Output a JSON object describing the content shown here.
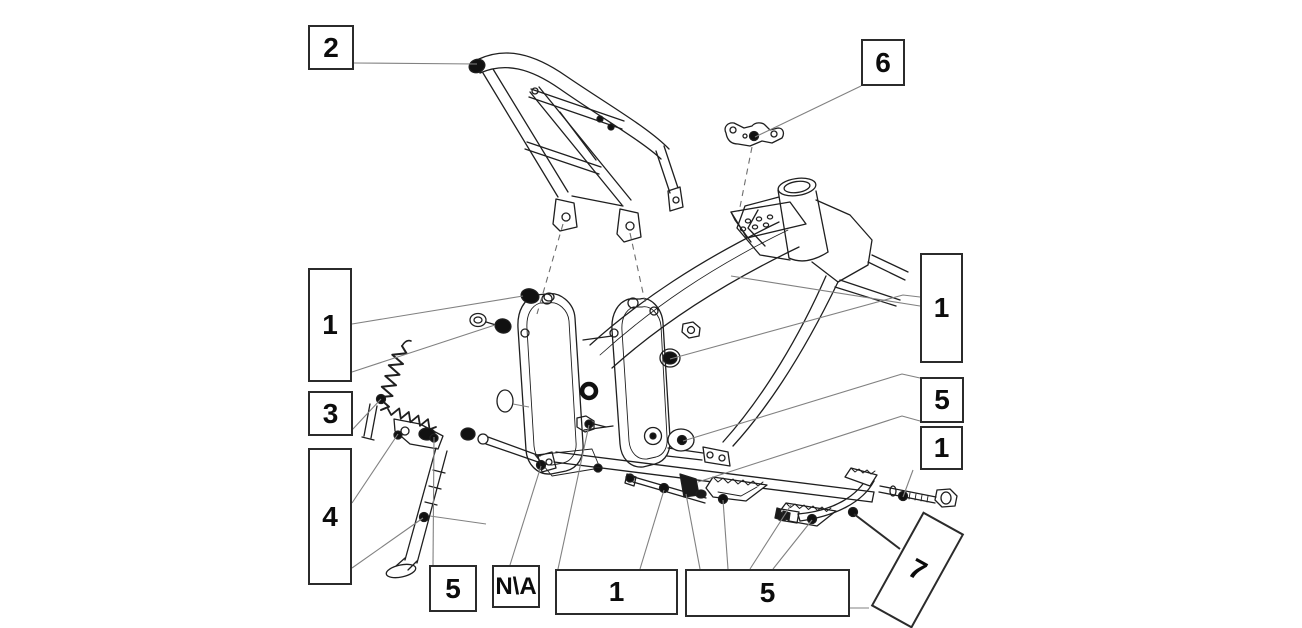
{
  "diagram": {
    "title": "motorcycle frame exploded parts diagram",
    "background_color": "#ffffff",
    "line_color": "#1f1f1f",
    "leader_color": "#818181",
    "callouts": {
      "c2": {
        "label": "2"
      },
      "c6": {
        "label": "6"
      },
      "c1_left": {
        "label": "1"
      },
      "c3": {
        "label": "3"
      },
      "c4": {
        "label": "4"
      },
      "c5_small": {
        "label": "5"
      },
      "cna": {
        "label": "N\\A"
      },
      "c1_wide": {
        "label": "1"
      },
      "c5_wide": {
        "label": "5"
      },
      "c1_tall_right": {
        "label": "1"
      },
      "c5_right": {
        "label": "5"
      },
      "c1_small_right": {
        "label": "1"
      },
      "c7": {
        "label": "7"
      }
    }
  }
}
